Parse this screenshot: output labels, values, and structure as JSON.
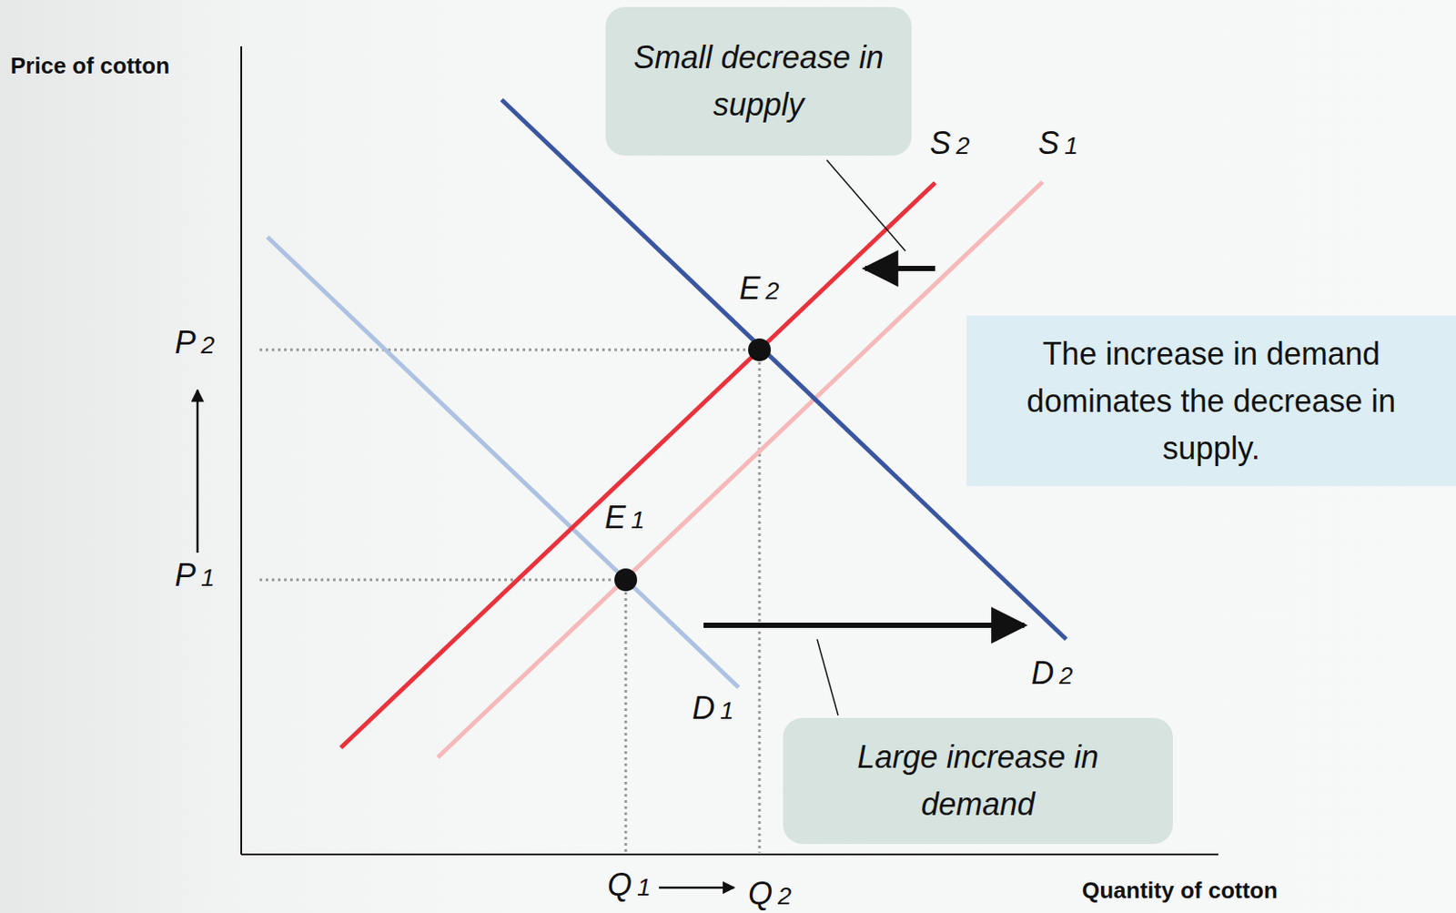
{
  "diagram": {
    "nodes": [
      {
        "text": [
          "Small decrease in supply"
        ]
      },
      {
        "text": [
          "The increase in demand dominates the decrease in supply."
        ]
      },
      {
        "text": [
          "Large increase in demand"
        ]
      }
    ],
    "labels": [
      "Price of cotton",
      "S2",
      "S1",
      "E2",
      "P2",
      "E1",
      "P1",
      "D1",
      "D2",
      "Q1",
      "Q2",
      "Quantity of cotton"
    ]
  }
}
